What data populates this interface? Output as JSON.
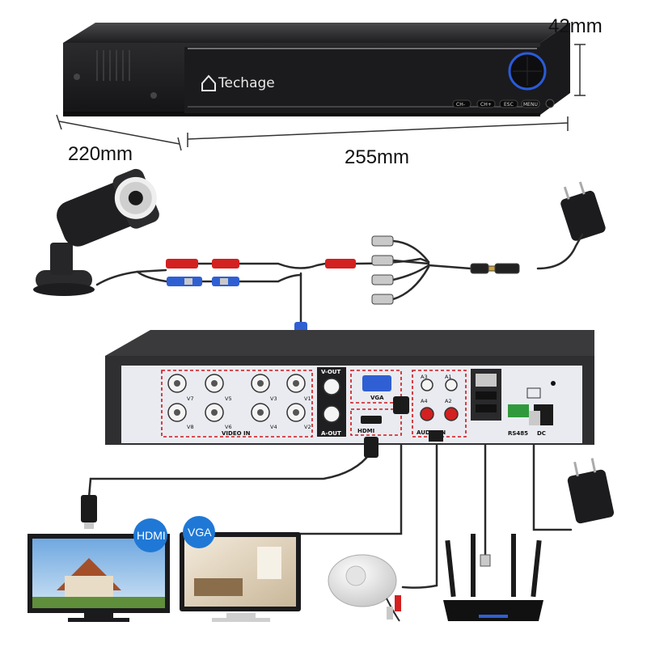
{
  "dimensions": {
    "height": "42mm",
    "depth": "220mm",
    "width": "255mm"
  },
  "dvr_front": {
    "brand": "Techage",
    "buttons": [
      "CH-",
      "CH+",
      "ESC",
      "MENU"
    ]
  },
  "rear_panel": {
    "video_in_label": "VIDEO IN",
    "channels_top": [
      "V7",
      "V5",
      "V3",
      "V1"
    ],
    "channels_bottom": [
      "V8",
      "V6",
      "V4",
      "V2"
    ],
    "v_out_label": "V-OUT",
    "a_out_label": "A-OUT",
    "vga_label": "VGA",
    "hdmi_label": "HDMI",
    "audio_in_label": "AUDIO IN",
    "audio_channels": [
      "A3",
      "A1",
      "A4",
      "A2"
    ],
    "rs485_label": "RS485",
    "dc_label": "DC"
  },
  "displays": {
    "hdmi_badge": "HDMI",
    "vga_badge": "VGA"
  },
  "accessories": [
    "camera",
    "power-adapter",
    "power-splitter",
    "microphone",
    "router",
    "power-adapter"
  ],
  "colors": {
    "dashed_outline": "#d0141a",
    "badge_blue": "#1f78d6",
    "panel_face": "#e9ebf0",
    "chassis": "#2d2d2f"
  }
}
